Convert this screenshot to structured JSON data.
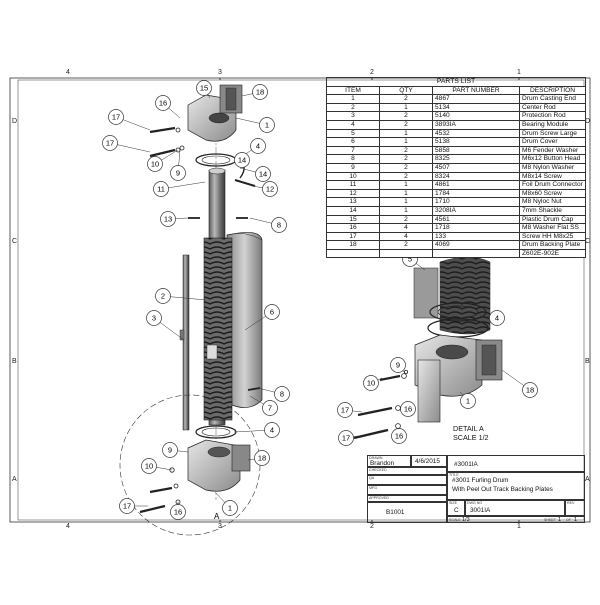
{
  "sheet": {
    "zones_top": [
      "4",
      "3",
      "2",
      "1"
    ],
    "zones_bottom": [
      "4",
      "3",
      "2",
      "1"
    ],
    "zones_side": [
      "D",
      "C",
      "B",
      "A"
    ]
  },
  "parts_list": {
    "title": "PARTS LIST",
    "headers": [
      "ITEM",
      "QTY",
      "PART NUMBER",
      "DESCRIPTION"
    ],
    "rows": [
      [
        "1",
        "2",
        "4867",
        "Drum Casting End"
      ],
      [
        "2",
        "1",
        "5134",
        "Center Rod"
      ],
      [
        "3",
        "2",
        "5140",
        "Protection Rod"
      ],
      [
        "4",
        "2",
        "3893IA",
        "Bearing Module"
      ],
      [
        "5",
        "1",
        "4532",
        "Drum Screw Large"
      ],
      [
        "6",
        "1",
        "5138",
        "Drum Cover"
      ],
      [
        "7",
        "2",
        "5858",
        "M6 Fender Washer"
      ],
      [
        "8",
        "2",
        "8325",
        "M6x12 Button Head"
      ],
      [
        "9",
        "2",
        "4507",
        "M8 Nylon Washer"
      ],
      [
        "10",
        "2",
        "8324",
        "M8x14 Screw"
      ],
      [
        "11",
        "1",
        "4861",
        "Foil Drum Connector"
      ],
      [
        "12",
        "1",
        "1784",
        "M8x60 Screw"
      ],
      [
        "13",
        "1",
        "1710",
        "M8 Nyloc Nut"
      ],
      [
        "14",
        "1",
        "3208IA",
        "7mm Shackle"
      ],
      [
        "15",
        "2",
        "4561",
        "Plastic Drum Cap"
      ],
      [
        "16",
        "4",
        "1718",
        "M8 Washer Flat SS"
      ],
      [
        "17",
        "4",
        "133",
        "Screw HH M8x25"
      ],
      [
        "18",
        "2",
        "4069",
        "Drum Backing Plate"
      ],
      [
        "",
        "",
        "",
        "Z602E-902E"
      ]
    ]
  },
  "balloons_main": [
    "16",
    "15",
    "18",
    "17",
    "1",
    "17",
    "10",
    "9",
    "4",
    "14",
    "11",
    "14",
    "12",
    "13",
    "8",
    "2",
    "3",
    "6",
    "8",
    "7",
    "4",
    "9",
    "10",
    "18",
    "17",
    "16",
    "1"
  ],
  "balloons_detail": [
    "5",
    "4",
    "9",
    "10",
    "18",
    "1",
    "16",
    "17",
    "16",
    "17"
  ],
  "detail_circle_letter": "A",
  "detail": {
    "title": "DETAIL  A",
    "scale": "SCALE 1/2"
  },
  "title_block": {
    "drawn_label": "DRAWN",
    "drawn_by": "Brandon",
    "date": "4/6/2015",
    "checked_label": "CHECKED",
    "qa_label": "QA",
    "mfg_label": "MFG",
    "approved_label": "APPROVED",
    "top_ref": "#3001IA",
    "title_label": "TITLE",
    "title_line1": "#3001 Furling Drum",
    "title_line2": "With Peel Out Track Backing Plates",
    "code": "B1001",
    "size_label": "SIZE",
    "size": "C",
    "dwg_label": "DWG NO",
    "dwg_no": "3001IA",
    "rev_label": "REV",
    "scale_label": "SCALE",
    "scale": "1/3",
    "sheet_label": "SHEET",
    "sheet_no": "1",
    "of_label": "OF",
    "sheet_total": "1"
  }
}
